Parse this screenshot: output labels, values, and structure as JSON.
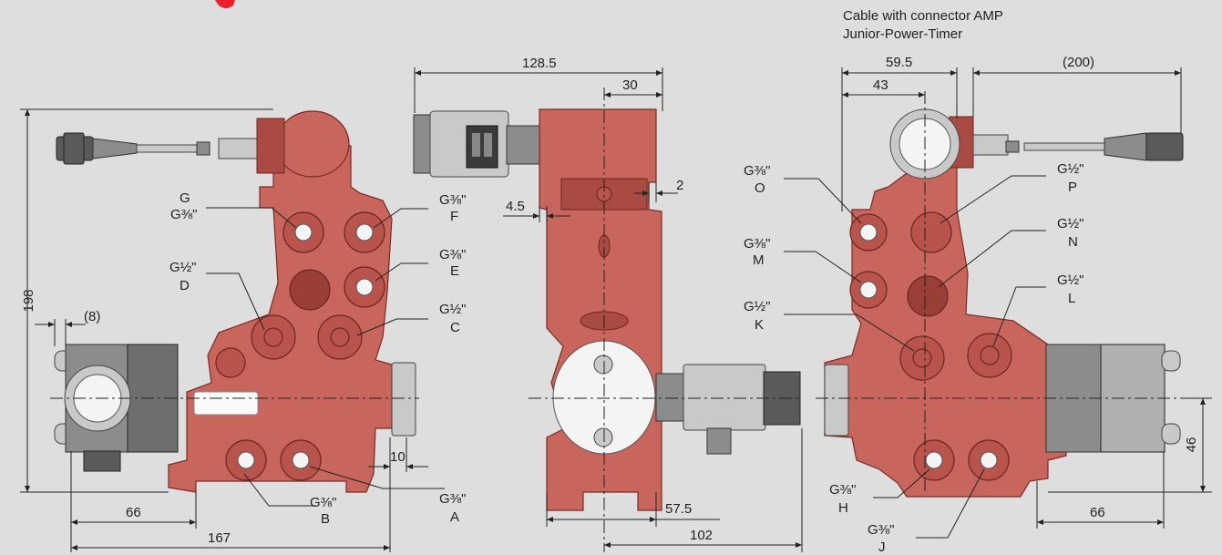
{
  "header": {
    "cable_line1": "Cable with connector AMP",
    "cable_line2": "Junior-Power-Timer"
  },
  "colors": {
    "background": "#dedede",
    "body_red": "#c8665e",
    "line": "#222222",
    "title_red": "#e8202a"
  },
  "left_view": {
    "dims": {
      "height": "198",
      "offset": "(8)",
      "pitch": "10",
      "width_a": "66",
      "width_b": "167"
    },
    "ports": [
      {
        "id": "G",
        "thread": "G⅜\""
      },
      {
        "id": "D",
        "thread": "G½\""
      },
      {
        "id": "F",
        "thread": "G⅜\""
      },
      {
        "id": "E",
        "thread": "G⅜\""
      },
      {
        "id": "C",
        "thread": "G½\""
      },
      {
        "id": "B",
        "thread": "G⅜\""
      },
      {
        "id": "A",
        "thread": "G⅜\""
      }
    ]
  },
  "middle_view": {
    "dims": {
      "overall": "128.5",
      "center": "30",
      "gap": "2",
      "step": "4.5",
      "lower_a": "57.5",
      "lower_b": "102"
    }
  },
  "right_view": {
    "dims": {
      "width": "59.5",
      "inner": "43",
      "cable": "(200)",
      "height": "46",
      "width_b": "66"
    },
    "ports": [
      {
        "id": "O",
        "thread": "G⅜\""
      },
      {
        "id": "M",
        "thread": "G⅜\""
      },
      {
        "id": "K",
        "thread": "G½\""
      },
      {
        "id": "P",
        "thread": "G½\""
      },
      {
        "id": "N",
        "thread": "G½\""
      },
      {
        "id": "L",
        "thread": "G½\""
      },
      {
        "id": "H",
        "thread": "G⅜\""
      },
      {
        "id": "J",
        "thread": "G⅜\""
      }
    ]
  }
}
